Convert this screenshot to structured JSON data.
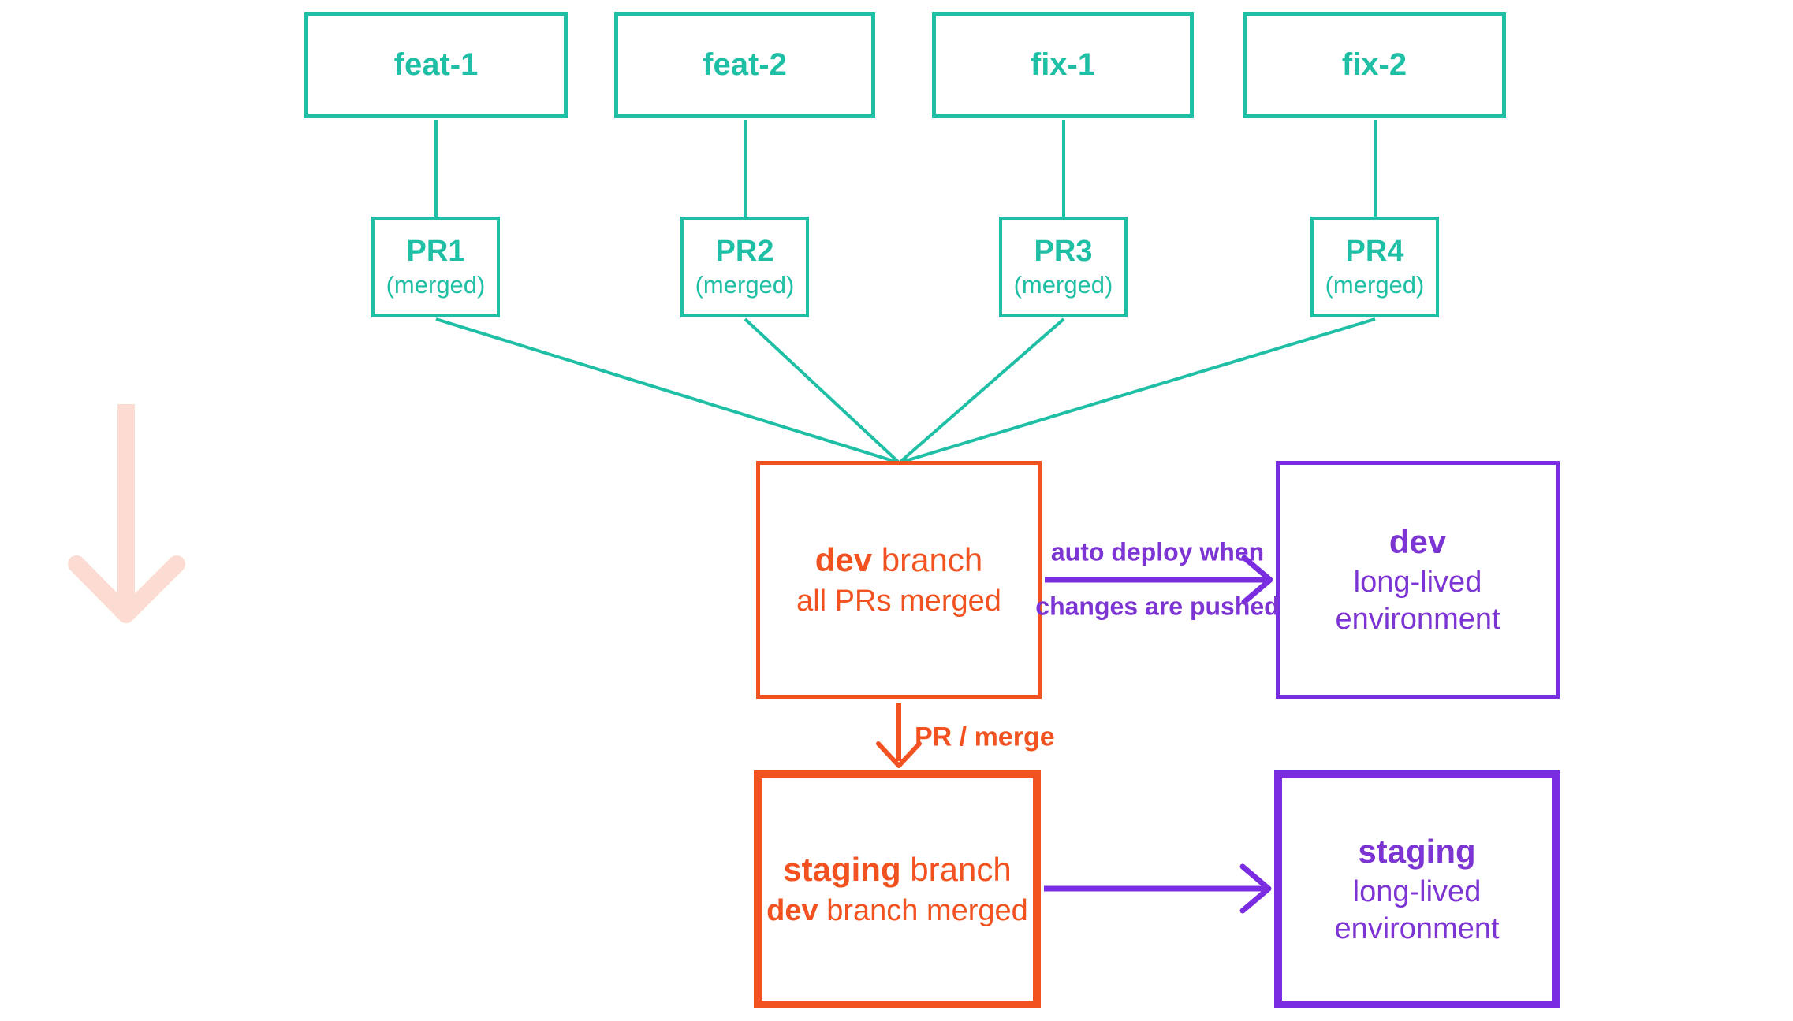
{
  "diagram": "git-branch-deployment-workflow",
  "colors": {
    "teal": "#1ebfa4",
    "orange": "#f1521f",
    "purple_border": "#7a2de0",
    "purple_text": "#7c35d3",
    "pink_arrow": "#fcdcd2",
    "background": "#ffffff"
  },
  "feature_branches": [
    {
      "label": "feat-1"
    },
    {
      "label": "feat-2"
    },
    {
      "label": "fix-1"
    },
    {
      "label": "fix-2"
    }
  ],
  "pull_requests": [
    {
      "title": "PR1",
      "status": "(merged)"
    },
    {
      "title": "PR2",
      "status": "(merged)"
    },
    {
      "title": "PR3",
      "status": "(merged)"
    },
    {
      "title": "PR4",
      "status": "(merged)"
    }
  ],
  "dev_branch": {
    "name_bold": "dev",
    "name_rest": " branch",
    "subtitle": "all PRs merged"
  },
  "dev_environment": {
    "name": "dev",
    "line2": "long-lived",
    "line3": "environment"
  },
  "staging_branch": {
    "name_bold": "staging",
    "name_rest": " branch",
    "subtitle_bold": "dev",
    "subtitle_rest": " branch merged"
  },
  "staging_environment": {
    "name": "staging",
    "line2": "long-lived",
    "line3": "environment"
  },
  "arrow_labels": {
    "auto_deploy_line1": "auto deploy when",
    "auto_deploy_line2": "changes are pushed",
    "pr_merge": "PR / merge"
  }
}
